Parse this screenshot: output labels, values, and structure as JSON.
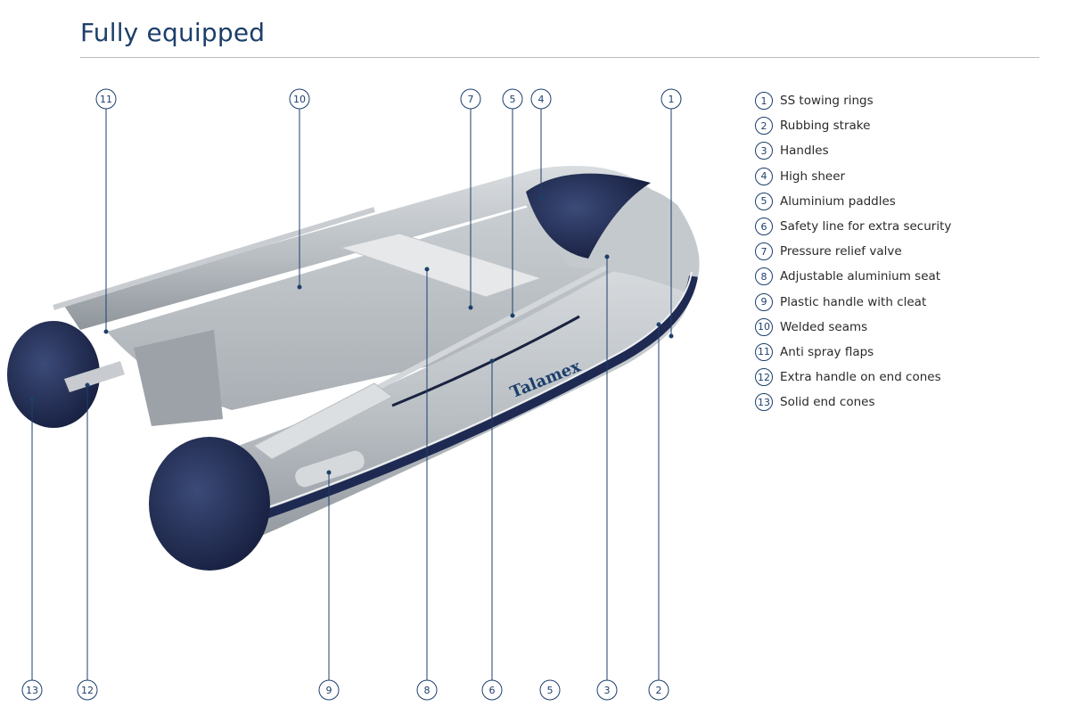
{
  "page": {
    "title": "Fully equipped"
  },
  "brand": {
    "logo_text": "Talamex"
  },
  "colors": {
    "navy": "#1c3f6b",
    "tube": "#b9bec3",
    "cone": "#1e2a52"
  },
  "legend": [
    {
      "num": "1",
      "label": "SS towing rings"
    },
    {
      "num": "2",
      "label": "Rubbing strake"
    },
    {
      "num": "3",
      "label": "Handles"
    },
    {
      "num": "4",
      "label": "High sheer"
    },
    {
      "num": "5",
      "label": "Aluminium paddles"
    },
    {
      "num": "6",
      "label": "Safety line for extra security"
    },
    {
      "num": "7",
      "label": "Pressure relief valve"
    },
    {
      "num": "8",
      "label": "Adjustable aluminium seat"
    },
    {
      "num": "9",
      "label": "Plastic handle with cleat"
    },
    {
      "num": "10",
      "label": "Welded seams"
    },
    {
      "num": "11",
      "label": "Anti spray flaps"
    },
    {
      "num": "12",
      "label": "Extra handle on end cones"
    },
    {
      "num": "13",
      "label": "Solid end cones"
    }
  ],
  "callouts": [
    {
      "num": "11"
    },
    {
      "num": "10"
    },
    {
      "num": "7"
    },
    {
      "num": "5"
    },
    {
      "num": "4"
    },
    {
      "num": "1"
    },
    {
      "num": "13"
    },
    {
      "num": "12"
    },
    {
      "num": "9"
    },
    {
      "num": "8"
    },
    {
      "num": "6"
    },
    {
      "num": "5"
    },
    {
      "num": "3"
    },
    {
      "num": "2"
    }
  ]
}
